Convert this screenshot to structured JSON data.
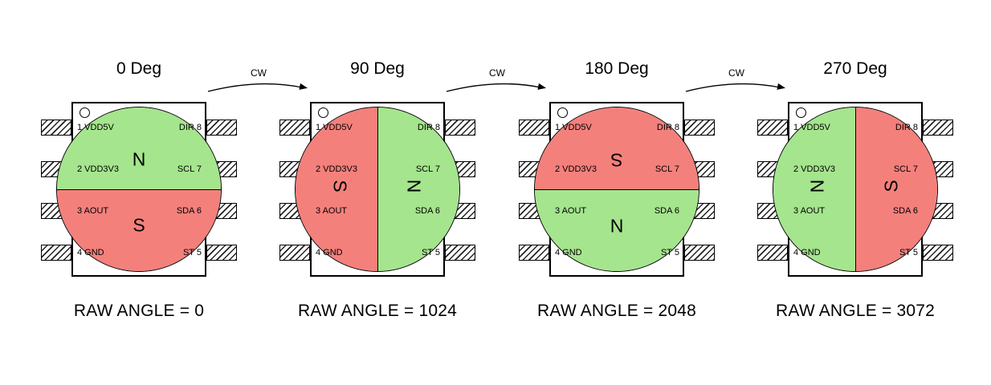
{
  "colors": {
    "north": "#A5E58D",
    "south": "#F4807C",
    "outline": "#000000"
  },
  "chip": {
    "left_pins": [
      "1 VDD5V",
      "2 VDD3V3",
      "3 AOUT",
      "4 GND"
    ],
    "right_pins": [
      "DIR 8",
      "SCL 7",
      "SDA 6",
      "ST 5"
    ]
  },
  "arrows": [
    {
      "label": "CW"
    },
    {
      "label": "CW"
    },
    {
      "label": "CW"
    }
  ],
  "panels": [
    {
      "title": "0 Deg",
      "raw_angle": "RAW ANGLE = 0",
      "magnet": {
        "orientation": "horizontal",
        "first_pole": "N",
        "second_pole": "S"
      }
    },
    {
      "title": "90 Deg",
      "raw_angle": "RAW ANGLE = 1024",
      "magnet": {
        "orientation": "vertical",
        "first_pole": "S",
        "second_pole": "N"
      }
    },
    {
      "title": "180 Deg",
      "raw_angle": "RAW ANGLE = 2048",
      "magnet": {
        "orientation": "horizontal",
        "first_pole": "S",
        "second_pole": "N"
      }
    },
    {
      "title": "270 Deg",
      "raw_angle": "RAW ANGLE = 3072",
      "magnet": {
        "orientation": "vertical",
        "first_pole": "N",
        "second_pole": "S"
      }
    }
  ]
}
